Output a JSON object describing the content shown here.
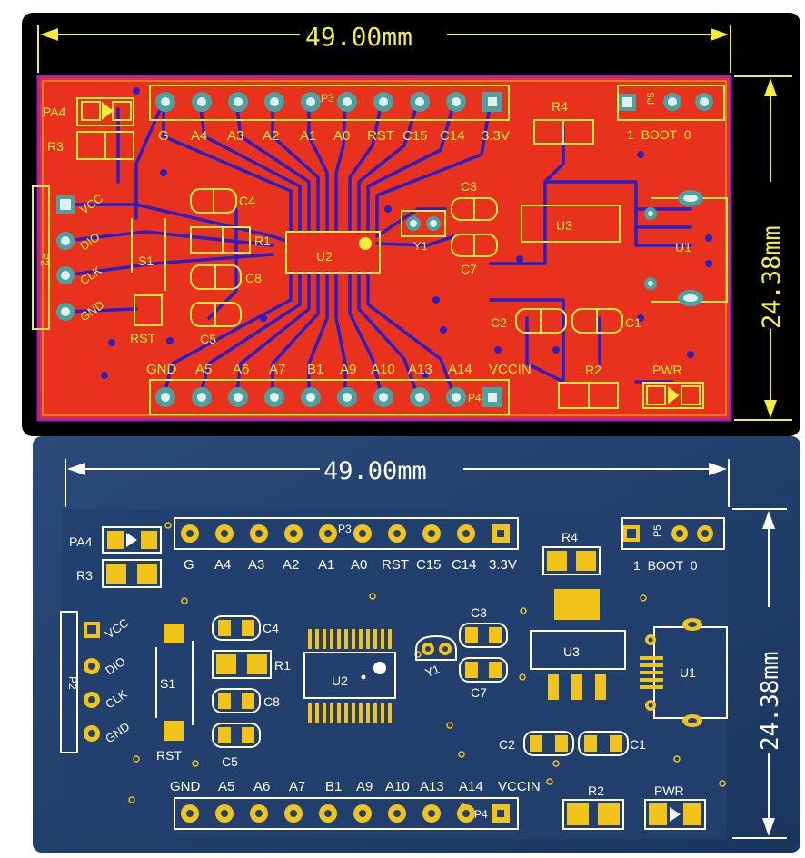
{
  "colors": {
    "top_panel_bg": "#000000",
    "board_red": "#e8321e",
    "trace_blue": "#2b1fc4",
    "silkscreen_yellow": "#f2ee3a",
    "outline_purple": "#a020c0",
    "pad_teal": "#4aa3a0",
    "bottom_panel_bg": "#1d3a63",
    "board_navy": "#22406e",
    "gold": "#f0c419",
    "silk_white": "#ffffff"
  },
  "top_view": {
    "width_dim": "49.00mm",
    "height_dim": "24.38mm",
    "labels": {
      "pa4": "PA4",
      "r3": "R3",
      "r4": "R4",
      "r1": "R1",
      "r2": "R2",
      "p3": "P3",
      "p5": "P5",
      "p4": "P4",
      "p2": "P2",
      "c3": "C3",
      "c4": "C4",
      "c8": "C8",
      "c5": "C5",
      "c7": "C7",
      "c2": "C2",
      "c1": "C1",
      "u1": "U1",
      "u2": "U2",
      "u3": "U3",
      "y1": "Y1",
      "s1": "S1",
      "rst": "RST",
      "pwr": "PWR",
      "boot_row": "1  BOOT  0"
    },
    "top_header_pins": [
      "G",
      "A4",
      "A3",
      "A2",
      "A1",
      "A0",
      "RST",
      "C15",
      "C14",
      "3.3V"
    ],
    "bottom_header_pins": [
      "GND",
      "A5",
      "A6",
      "A7",
      "B1",
      "A9",
      "A10",
      "A13",
      "A14",
      "VCCIN"
    ],
    "swd_pins": [
      "VCC",
      "DIO",
      "CLK",
      "GND"
    ]
  },
  "bottom_view": {
    "width_dim": "49.00mm",
    "height_dim": "24.38mm",
    "labels": {
      "pa4": "PA4",
      "r3": "R3",
      "r4": "R4",
      "r1": "R1",
      "r2": "R2",
      "p3": "P3",
      "p5": "P5",
      "p4": "P4",
      "p2": "P2",
      "c3": "C3",
      "c4": "C4",
      "c8": "C8",
      "c5": "C5",
      "c7": "C7",
      "c2": "C2",
      "c1": "C1",
      "u1": "U1",
      "u2": "U2",
      "u3": "U3",
      "y1": "Y1",
      "s1": "S1",
      "rst": "RST",
      "pwr": "PWR",
      "boot_row": "1  BOOT  0"
    },
    "top_header_pins": [
      "G",
      "A4",
      "A3",
      "A2",
      "A1",
      "A0",
      "RST",
      "C15",
      "C14",
      "3.3V"
    ],
    "bottom_header_pins": [
      "GND",
      "A5",
      "A6",
      "A7",
      "B1",
      "A9",
      "A10",
      "A13",
      "A14",
      "VCCIN"
    ],
    "swd_pins": [
      "VCC",
      "DIO",
      "CLK",
      "GND"
    ]
  }
}
